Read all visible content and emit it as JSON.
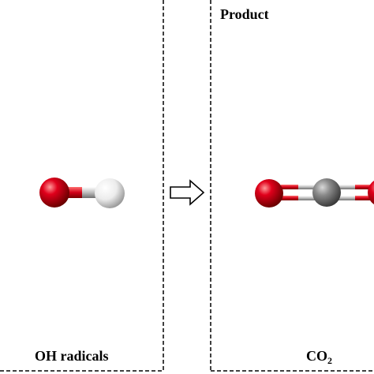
{
  "left_panel": {
    "label": "OH radicals",
    "molecule": {
      "name": "OH",
      "atoms": [
        "oxygen",
        "hydrogen"
      ],
      "bonds": [
        {
          "from": 0,
          "to": 1,
          "order": 1
        }
      ]
    }
  },
  "arrow": {
    "direction": "right",
    "icon": "hollow-right-arrow-icon"
  },
  "right_panel": {
    "heading": "Product",
    "label_main": "CO",
    "label_sub": "2",
    "molecule": {
      "name": "CO2",
      "atoms": [
        "oxygen",
        "carbon",
        "oxygen"
      ],
      "bonds": [
        {
          "from": 0,
          "to": 1,
          "order": 2
        },
        {
          "from": 1,
          "to": 2,
          "order": 2
        }
      ]
    }
  },
  "colors": {
    "oxygen": "#e0001b",
    "hydrogen": "#f2f2f2",
    "carbon": "#8a8a8a",
    "frame": "#000000"
  }
}
